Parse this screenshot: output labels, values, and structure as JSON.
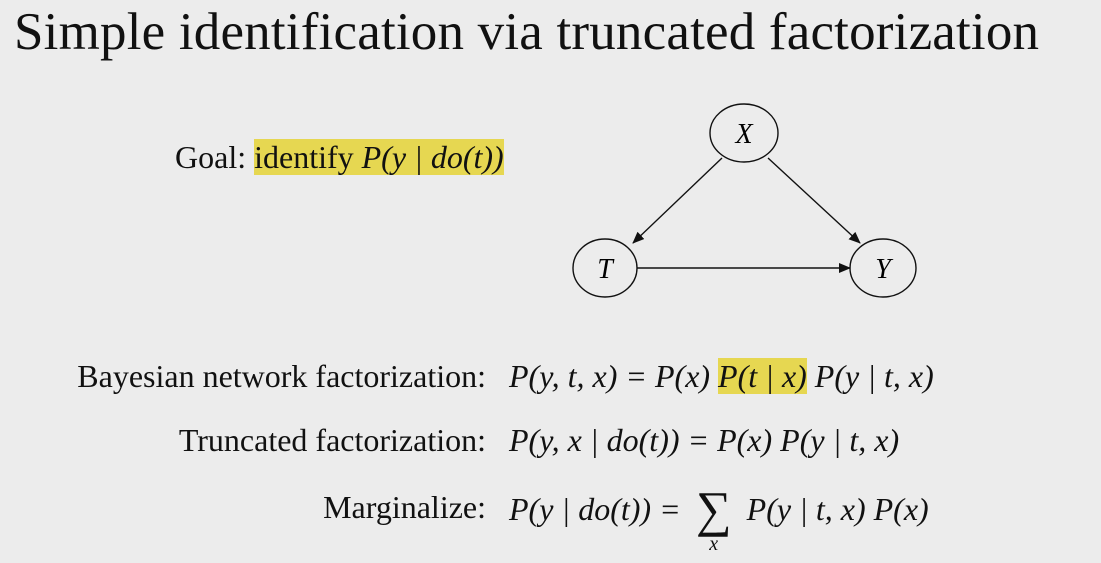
{
  "title": "Simple identification via truncated factorization",
  "goal": {
    "label": "Goal:",
    "highlight_text": "identify",
    "highlight_math": "P(y | do(t))"
  },
  "graph": {
    "nodes": [
      "X",
      "T",
      "Y"
    ],
    "edges": [
      [
        "X",
        "T"
      ],
      [
        "X",
        "Y"
      ],
      [
        "T",
        "Y"
      ]
    ]
  },
  "equations": [
    {
      "label": "Bayesian network factorization:",
      "lhs": "P(y, t, x) = P(x)",
      "highlight": "P(t | x)",
      "rhs": "P(y | t, x)"
    },
    {
      "label": "Truncated factorization:",
      "math": "P(y, x | do(t)) = P(x) P(y | t, x)"
    },
    {
      "label": "Marginalize:",
      "lhs": "P(y | do(t)) =",
      "sum_symbol": "∑",
      "sum_sub": "x",
      "rhs": "P(y | t, x) P(x)"
    }
  ],
  "colors": {
    "background": "#ececec",
    "highlight": "#e6d751"
  }
}
